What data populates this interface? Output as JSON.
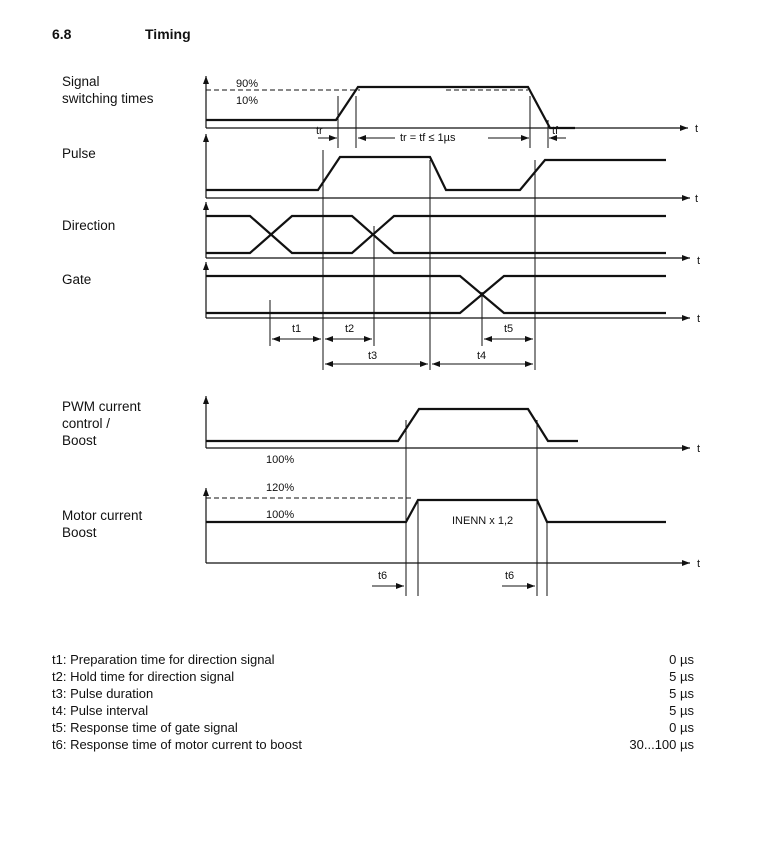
{
  "heading": {
    "number": "6.8",
    "title": "Timing"
  },
  "signals": [
    {
      "id": "switching",
      "label": "Signal\nswitching times"
    },
    {
      "id": "pulse",
      "label": "Pulse"
    },
    {
      "id": "direction",
      "label": "Direction"
    },
    {
      "id": "gate",
      "label": "Gate"
    },
    {
      "id": "pwm",
      "label": "PWM current\ncontrol /\nBoost"
    },
    {
      "id": "motor",
      "label": "Motor current\nBoost"
    }
  ],
  "diagram_text": {
    "time_axis": "t",
    "pct_90": "90%",
    "pct_10": "10%",
    "rise_time": "tr",
    "fall_time": "tf",
    "rise_fall_spec": "tr = tf ≤ 1µs",
    "pwm_level": "100%",
    "motor_boost_level": "120%",
    "motor_nominal_level": "100%",
    "motor_current_formula": "INENN x 1,2",
    "t1": "t1",
    "t2": "t2",
    "t3": "t3",
    "t4": "t4",
    "t5": "t5",
    "t6": "t6"
  },
  "legend": [
    {
      "desc": "t1: Preparation time for direction signal",
      "value": "0 µs"
    },
    {
      "desc": "t2: Hold time for direction signal",
      "value": "5 µs"
    },
    {
      "desc": "t3: Pulse duration",
      "value": "5 µs"
    },
    {
      "desc": "t4: Pulse interval",
      "value": "5 µs"
    },
    {
      "desc": "t5: Response time of gate signal",
      "value": "0 µs"
    },
    {
      "desc": "t6: Response time of motor current to boost",
      "value": "30...100 µs"
    }
  ]
}
